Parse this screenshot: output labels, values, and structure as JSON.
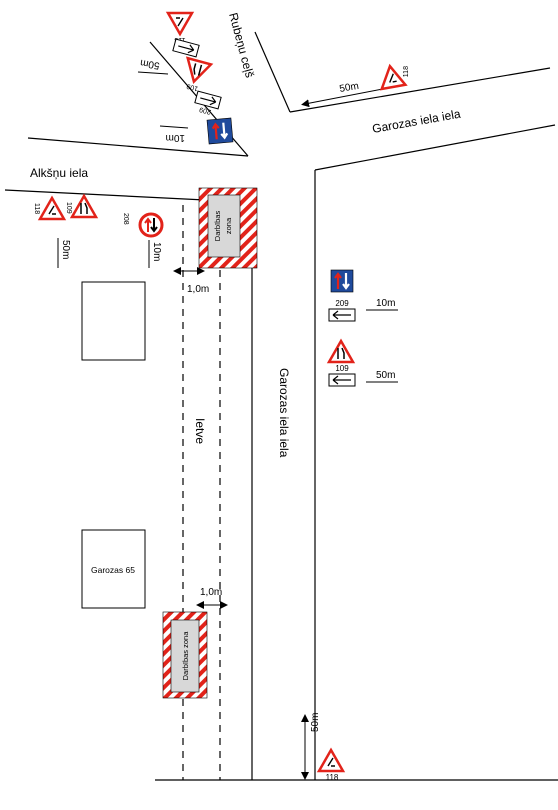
{
  "streets": {
    "rubenu": "Rubeņu ceļš",
    "garozas_top": "Garozas iela iela",
    "garozas_side": "Garozas iela iela",
    "alksnu": "Alkšņu iela",
    "ietve": "Ietve"
  },
  "buildings": {
    "upper": "",
    "lower": "Garozas 65"
  },
  "work_zones": {
    "top": [
      "Darbības",
      "zona"
    ],
    "bottom": "Darbības zona"
  },
  "offsets": {
    "top": "1,0m",
    "bottom": "1,0m"
  },
  "distances": {
    "rubenu_50m": "50m",
    "rubenu_10m": "10m",
    "garozas_top_50m": "50m",
    "alksnu_50m": "50m",
    "alksnu_10m": "10m",
    "right_10m": "10m",
    "right_50m": "50m",
    "bottom_50m": "50m"
  },
  "sign_codes": {
    "s118_a": "118",
    "s109_a": "109",
    "s209_a": "209",
    "s118_b": "118",
    "s118_c": "118",
    "s109_b": "109",
    "s208": "208",
    "s209_b": "209",
    "s109_c": "109",
    "s118_d": "118"
  },
  "colors": {
    "sign_red": "#e2231a",
    "sign_blue": "#1f4a9c",
    "zone_fill": "#d8d8d8",
    "line": "#000000"
  }
}
